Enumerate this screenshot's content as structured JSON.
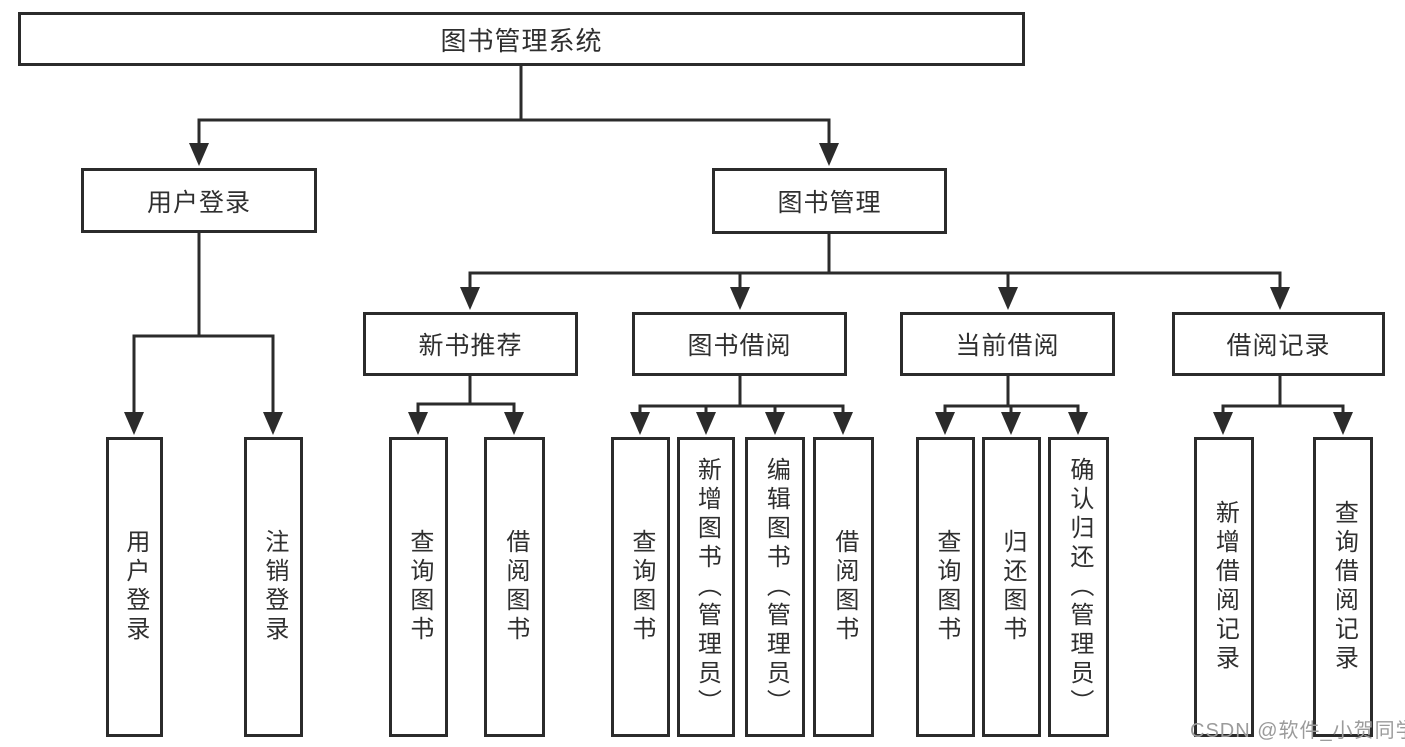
{
  "colors": {
    "line": "#2b2b2b",
    "text": "#2f2f2f",
    "background": "#ffffff",
    "watermark": "#9b9b9b"
  },
  "watermark": {
    "text": "CSDN @软件_小贺同学"
  },
  "diagram": {
    "type": "tree",
    "root": {
      "label": "图书管理系统"
    },
    "level2": [
      {
        "label": "用户登录"
      },
      {
        "label": "图书管理"
      }
    ],
    "level3": [
      {
        "label": "新书推荐",
        "parent": "图书管理"
      },
      {
        "label": "图书借阅",
        "parent": "图书管理"
      },
      {
        "label": "当前借阅",
        "parent": "图书管理"
      },
      {
        "label": "借阅记录",
        "parent": "图书管理"
      }
    ],
    "leaves": [
      {
        "label": "用户登录",
        "parent": "用户登录"
      },
      {
        "label": "注销登录",
        "parent": "用户登录"
      },
      {
        "label": "查询图书",
        "parent": "新书推荐"
      },
      {
        "label": "借阅图书",
        "parent": "新书推荐"
      },
      {
        "label": "查询图书",
        "parent": "图书借阅"
      },
      {
        "label": "新增图书（管理员）",
        "parent": "图书借阅"
      },
      {
        "label": "编辑图书（管理员）",
        "parent": "图书借阅"
      },
      {
        "label": "借阅图书",
        "parent": "图书借阅"
      },
      {
        "label": "查询图书",
        "parent": "当前借阅"
      },
      {
        "label": "归还图书",
        "parent": "当前借阅"
      },
      {
        "label": "确认归还（管理员）",
        "parent": "当前借阅"
      },
      {
        "label": "新增借阅记录",
        "parent": "借阅记录"
      },
      {
        "label": "查询借阅记录",
        "parent": "借阅记录"
      }
    ]
  }
}
